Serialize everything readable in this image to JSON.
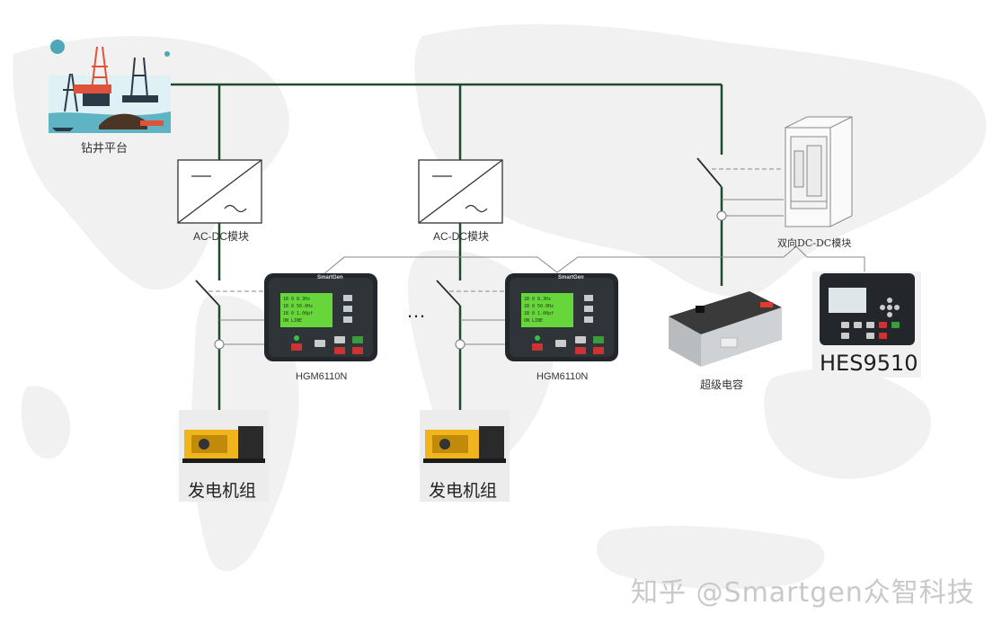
{
  "diagram": {
    "platform_label": "钻井平台",
    "acdc_label": "AC-DC模块",
    "bidir_dcdc_label": "双向DC-DC模块",
    "controller_model": "HGM6110N",
    "controller_brand": "SmartGen",
    "genset_caption": "发电机组",
    "supercap_label": "超级电容",
    "hes_model": "HES9510",
    "ellipsis": "…",
    "watermark": "知乎 @Smartgen众智科技"
  },
  "colors": {
    "bus_line": "#1f4a2b",
    "thin_line": "#777777",
    "map_background": "#f0f0f0",
    "lcd_green": "#67d63a",
    "controller_body": "#23272b"
  },
  "icons": [
    "oil-platform-icon",
    "ac-dc-converter-icon",
    "switch-icon",
    "generator-set-icon",
    "supercapacitor-icon",
    "dc-dc-module-icon",
    "controller-icon"
  ]
}
